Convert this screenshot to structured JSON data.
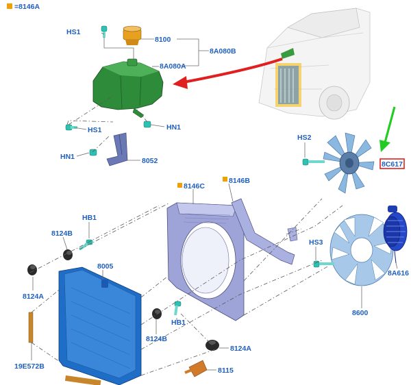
{
  "legend": {
    "marker_color": "#f0a000",
    "text": "=8146A"
  },
  "labels": {
    "hs1_top": "HS1",
    "cap_8100": "8100",
    "bracket_8a080b": "8A080B",
    "tank_8a080a": "8A080A",
    "hs1_mid": "HS1",
    "hn1_right": "HN1",
    "hn1_left": "HN1",
    "bracket_8052": "8052",
    "hs2": "HS2",
    "fan_8c617": "8C617",
    "shroud_8146c": "8146C",
    "shield_8146b": "8146B",
    "hb1_top": "HB1",
    "mount_8124b_top": "8124B",
    "radiator_8005": "8005",
    "hs3": "HS3",
    "clutch_8a616": "8A616",
    "mount_8124a_left": "8124A",
    "guard_8600": "8600",
    "hb1_bottom": "HB1",
    "mount_8124b_bottom": "8124B",
    "mount_8124a_bottom": "8124A",
    "seal_19e572b": "19E572B",
    "part_8115": "8115"
  },
  "colors": {
    "label_blue": "#1f5fbf",
    "highlight_red": "#e02020",
    "arrow_green": "#22cc22",
    "tank_green": "#2e8b3a",
    "radiator_blue": "#1e6ec8",
    "shroud_lavender": "#9ea4d8",
    "fan_lightblue": "#8ab8e0",
    "fastener_teal": "#2ec0b0"
  },
  "icons": [
    "legend-square-icon",
    "locator-arrow-icon",
    "callout-arrow-icon"
  ]
}
